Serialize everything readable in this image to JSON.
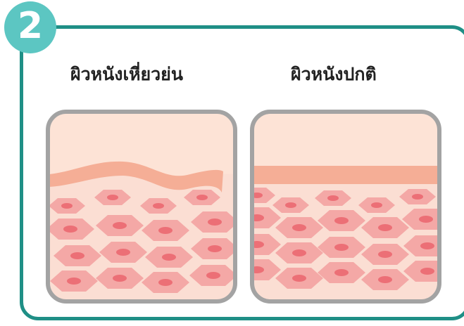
{
  "step_badge": "2",
  "labels": {
    "left": "ผิวหนังเหี่ยวย่น",
    "right": "ผิวหนังปกติ"
  },
  "colors": {
    "frame": "#1f8f86",
    "badge": "#5cc6c2",
    "panel_border": "#a3a3a3",
    "top_layer": "#fde3d6",
    "band": "#f5ae96",
    "cell_bg": "#fbded3",
    "cell": "#f4a8a6",
    "nucleus": "#ec6f76"
  },
  "icons": [
    "wrinkled-skin-illustration",
    "normal-skin-illustration"
  ]
}
